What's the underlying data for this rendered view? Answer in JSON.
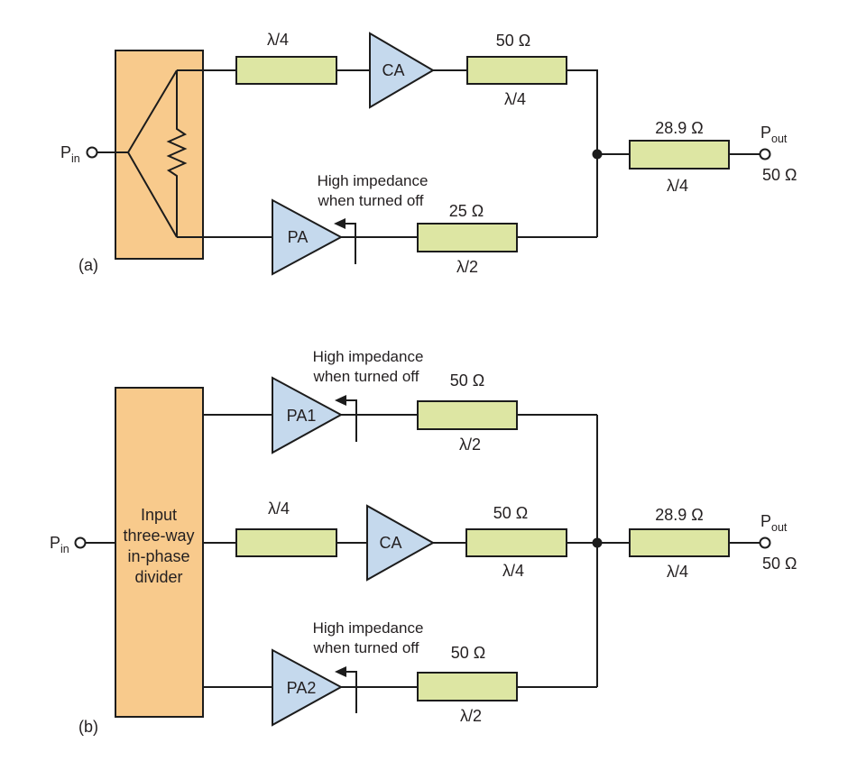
{
  "colors": {
    "divider_fill": "#F8CA8C",
    "tline_fill": "#DDE6A3",
    "amp_fill": "#C5D9ED",
    "stroke": "#1C1C1C",
    "background": "#FFFFFF"
  },
  "a": {
    "caption": "(a)",
    "pin": {
      "base": "P",
      "sub": "in"
    },
    "pout": {
      "base": "P",
      "sub": "out",
      "load": "50 Ω"
    },
    "annotation": {
      "line1": "High impedance",
      "line2": "when turned off"
    },
    "amps": {
      "carrier": "CA",
      "peaking": "PA"
    },
    "tlines": {
      "t1": {
        "above": "λ/4"
      },
      "t2": {
        "above": "50 Ω",
        "below": "λ/4"
      },
      "t3": {
        "above": "25 Ω",
        "below": "λ/2"
      },
      "t4": {
        "above": "28.9 Ω",
        "below": "λ/4"
      }
    }
  },
  "b": {
    "caption": "(b)",
    "divider": {
      "line1": "Input",
      "line2": "three-way",
      "line3": "in-phase",
      "line4": "divider"
    },
    "pin": {
      "base": "P",
      "sub": "in"
    },
    "pout": {
      "base": "P",
      "sub": "out",
      "load": "50 Ω"
    },
    "annotation_top": {
      "line1": "High impedance",
      "line2": "when turned off"
    },
    "annotation_bottom": {
      "line1": "High impedance",
      "line2": "when turned off"
    },
    "amps": {
      "pa1": "PA1",
      "carrier": "CA",
      "pa2": "PA2"
    },
    "tlines": {
      "t1": {
        "above": "50 Ω",
        "below": "λ/2"
      },
      "t2": {
        "above": "λ/4"
      },
      "t3": {
        "above": "50 Ω",
        "below": "λ/4"
      },
      "t4": {
        "above": "28.9 Ω",
        "below": "λ/4"
      },
      "t5": {
        "above": "50 Ω",
        "below": "λ/2"
      }
    }
  }
}
